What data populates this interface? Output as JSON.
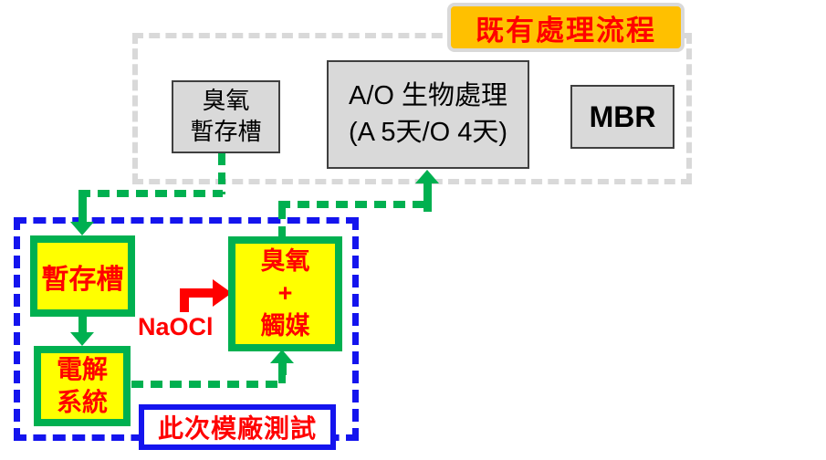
{
  "diagram": {
    "existing": {
      "title": "既有處理流程",
      "ozone_tank_line1": "臭氧",
      "ozone_tank_line2": "暫存槽",
      "ao_line1": "A/O 生物處理",
      "ao_line2": "(A 5天/O 4天)",
      "mbr_label": "MBR"
    },
    "pilot": {
      "title": "此次模廠測試",
      "holding_tank_label": "暫存槽",
      "electrolysis_line1": "電解",
      "electrolysis_line2": "系統",
      "ozone_catalyst_line1": "臭氧",
      "ozone_catalyst_line2": "+",
      "ozone_catalyst_line3": "觸媒",
      "naocl_label": "NaOCl"
    },
    "colors": {
      "flow_green": "#00B050",
      "pilot_blue": "#1414EE",
      "box_yellow": "#FFFF00",
      "text_red": "#FF0000",
      "title_orange": "#FFC000",
      "process_gray": "#D9D9D9"
    }
  }
}
